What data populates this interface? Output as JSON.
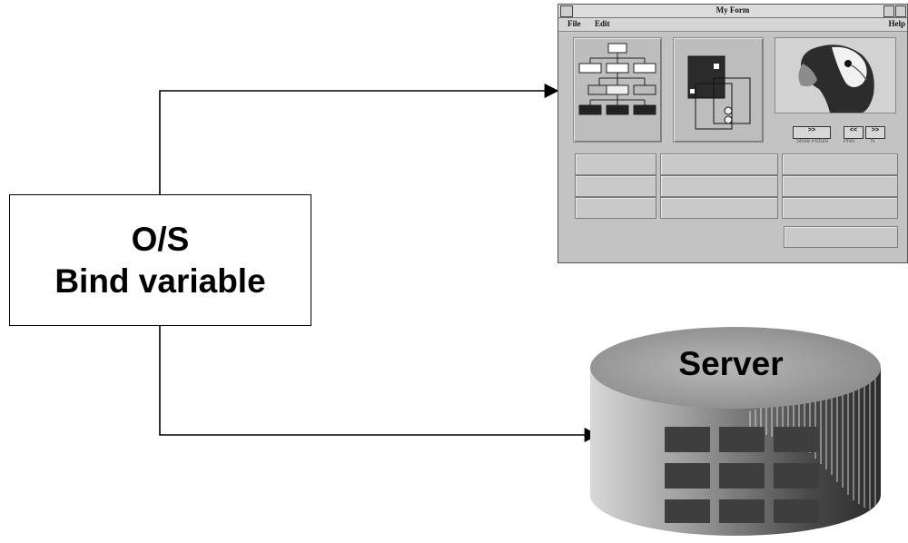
{
  "os_box": {
    "line1": "O/S",
    "line2": "Bind variable"
  },
  "form_window": {
    "title": "My Form",
    "menu": {
      "file": "File",
      "edit": "Edit",
      "help": "Help"
    },
    "nav_buttons": [
      ">>",
      "<<",
      ">>"
    ],
    "nav_labels": [
      "Show Picture",
      "Prev",
      "N"
    ]
  },
  "server": {
    "label": "Server"
  },
  "colors": {
    "line": "#000000",
    "window_bg": "#c3c3c3",
    "block_dark": "#3a3a3a"
  }
}
